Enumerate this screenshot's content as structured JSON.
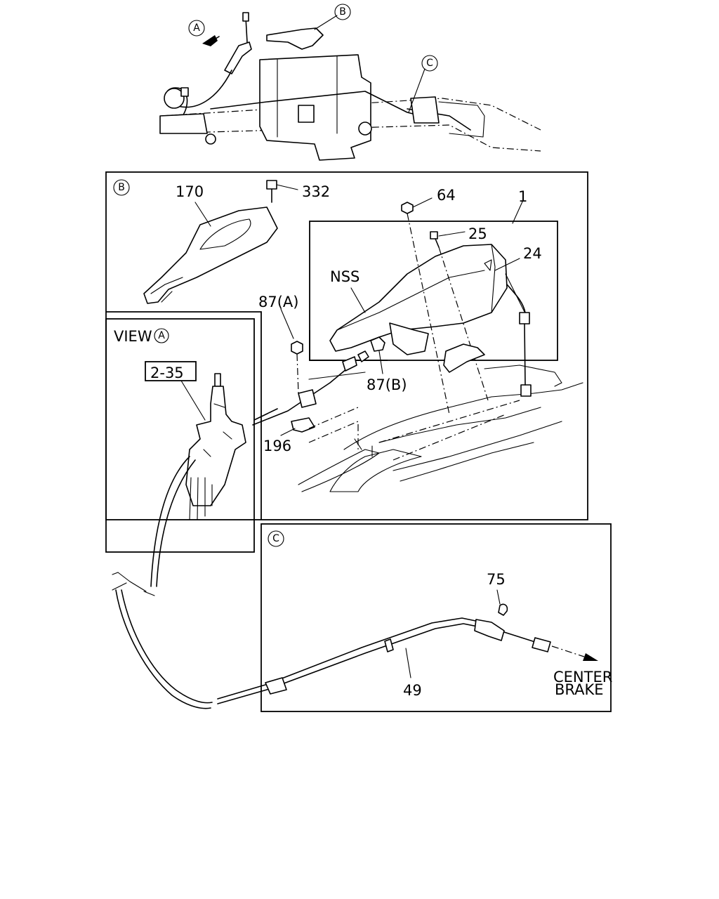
{
  "callouts": {
    "a": "A",
    "b": "B",
    "c": "C"
  },
  "parts": {
    "p170": "170",
    "p332": "332",
    "p64": "64",
    "p1": "1",
    "p25": "25",
    "p24": "24",
    "nss": "NSS",
    "p87a": "87(A)",
    "p87b": "87(B)",
    "p196": "196",
    "p2_35": "2-35",
    "p75": "75",
    "p49": "49"
  },
  "view_label": "VIEW",
  "destination": {
    "line1": "CENTER",
    "line2": "BRAKE"
  }
}
